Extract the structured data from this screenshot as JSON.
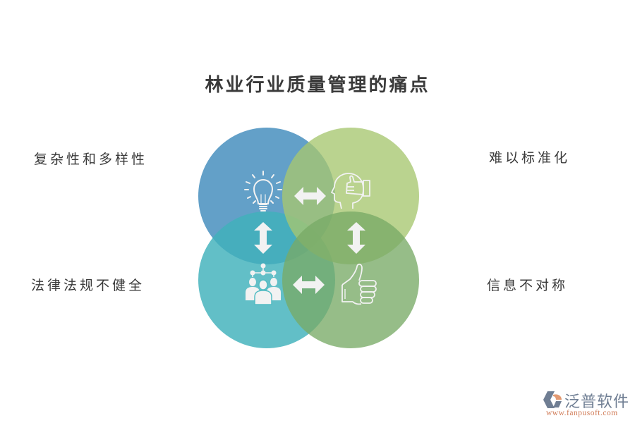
{
  "title": "林业行业质量管理的痛点",
  "quadrants": [
    {
      "position": "top-left",
      "label": "复杂性和多样性",
      "icon": "lightbulb-icon",
      "color": "#5b9bc5"
    },
    {
      "position": "top-right",
      "label": "难以标准化",
      "icon": "head-thumbs-up-icon",
      "color": "#b5cf86"
    },
    {
      "position": "bottom-left",
      "label": "法律法规不健全",
      "icon": "team-network-icon",
      "color": "#52bcc3"
    },
    {
      "position": "bottom-right",
      "label": "信息不对称",
      "icon": "thumbs-up-icon",
      "color": "#8dbb80"
    }
  ],
  "arrows": [
    {
      "between": "top-left/top-right",
      "direction": "horizontal"
    },
    {
      "between": "top-left/bottom-left",
      "direction": "vertical"
    },
    {
      "between": "top-right/bottom-right",
      "direction": "vertical"
    },
    {
      "between": "bottom-left/bottom-right",
      "direction": "horizontal"
    }
  ],
  "logo": {
    "name": "泛普软件",
    "url": "www.fanpusoft.com",
    "colors": {
      "primary": "#6f7e93",
      "accent": "#e39a72"
    }
  }
}
